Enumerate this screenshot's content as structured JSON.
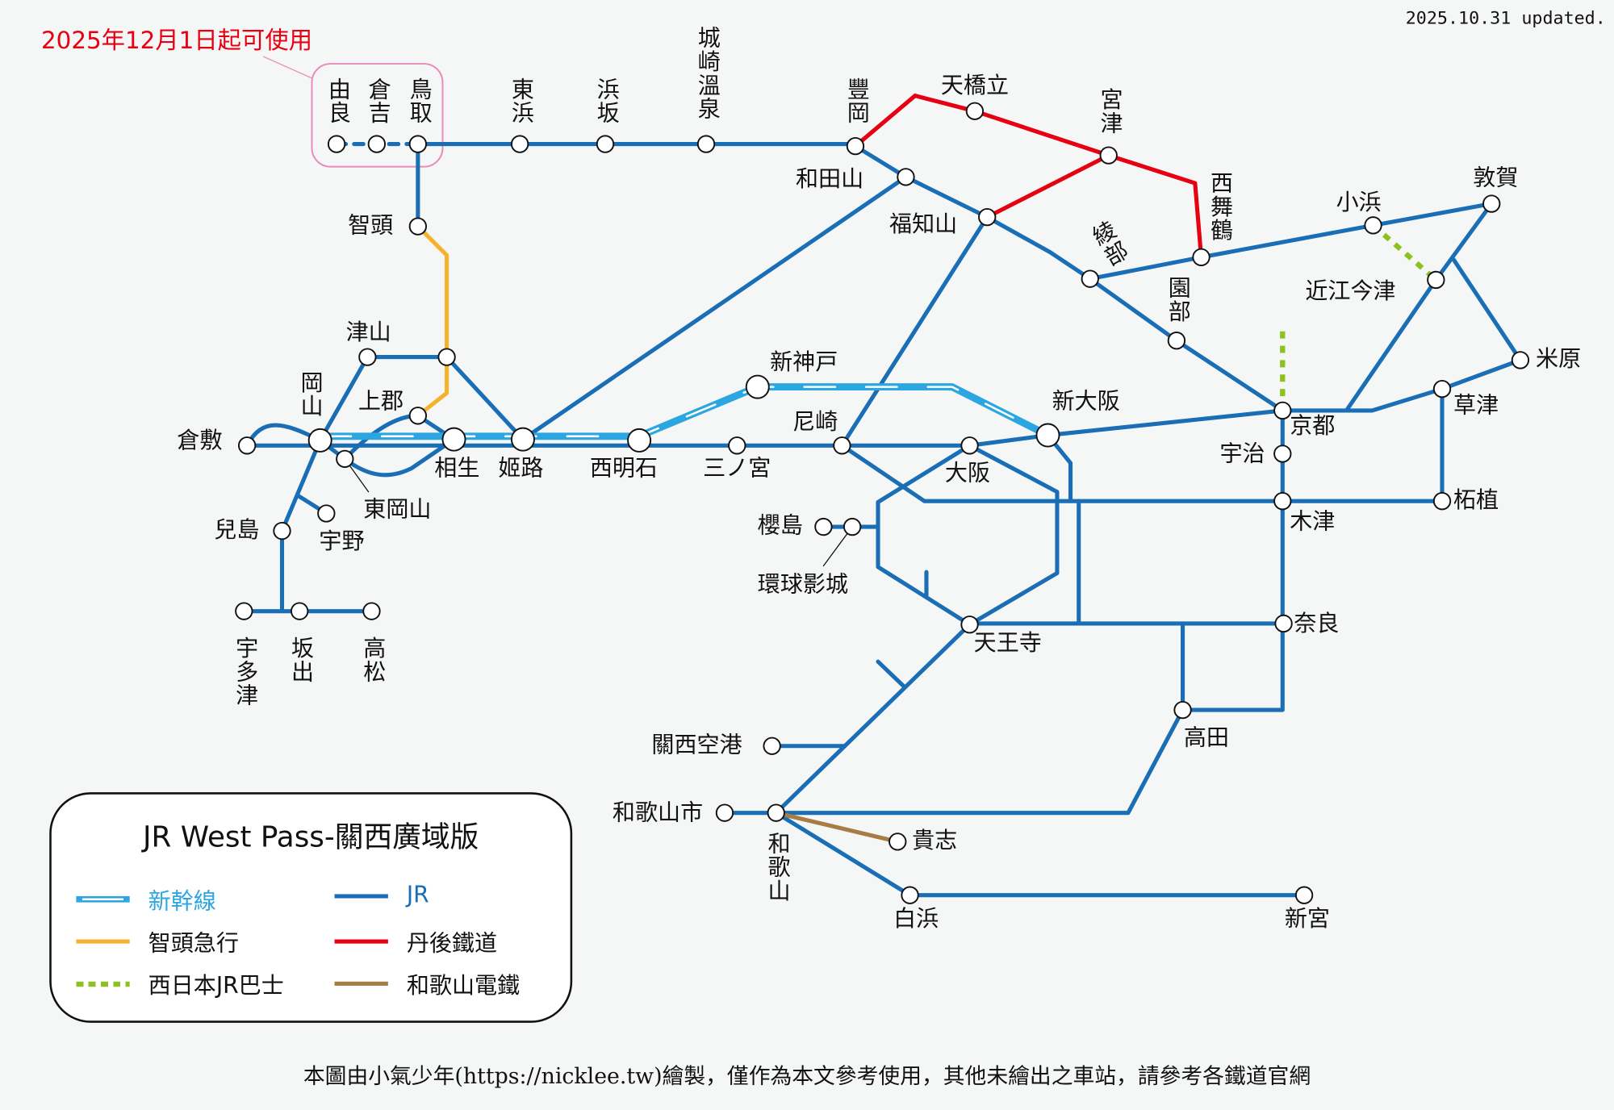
{
  "header": {
    "notice": "2025年12月1日起可使用",
    "updated": "2025.10.31 updated."
  },
  "footer": "本圖由小氣少年(https://nicklee.tw)繪製，僅作為本文參考使用，其他未繪出之車站，請參考各鐵道官網",
  "colors": {
    "jr": "#1a6eb6",
    "shinkansen": "#2ba6e1",
    "chizu": "#f5b22c",
    "tango": "#e60012",
    "bus": "#8cc220",
    "wakayama": "#a87c45",
    "background": "#f5f7f6"
  },
  "legend": {
    "title": "JR West Pass-關西廣域版",
    "items": [
      {
        "label": "新幹線"
      },
      {
        "label": "JR"
      },
      {
        "label": "智頭急行"
      },
      {
        "label": "丹後鐵道"
      },
      {
        "label": "西日本JR巴士"
      },
      {
        "label": "和歌山電鐵"
      }
    ]
  },
  "stations": {
    "yura": "由良",
    "kurayoshi": "倉吉",
    "tottori": "鳥取",
    "higashihama": "東浜",
    "hamasaka": "浜坂",
    "kinosaki": "城崎溫泉",
    "toyooka": "豐岡",
    "amanohashidate": "天橋立",
    "miyazu": "宮津",
    "nishimaizuru": "西舞鶴",
    "ayabe": "綾部",
    "obama": "小浜",
    "tsuruga": "敦賀",
    "omiimazu": "近江今津",
    "sonobe": "園部",
    "maibara": "米原",
    "kyoto": "京都",
    "kusatsu": "草津",
    "uji": "宇治",
    "kizu": "木津",
    "tsuge": "柘植",
    "nara": "奈良",
    "shinosaka": "新大阪",
    "amagasaki": "尼崎",
    "osaka": "大阪",
    "sannomiya": "三ノ宮",
    "nishiakashi": "西明石",
    "shinkobe": "新神戸",
    "himeji": "姬路",
    "aioi": "相生",
    "kamigori": "上郡",
    "okayama": "岡山",
    "kurashiki": "倉敷",
    "higashiokayama": "東岡山",
    "tsuyama": "津山",
    "wadayama": "和田山",
    "fukuchiyama": "福知山",
    "chizu": "智頭",
    "uno": "宇野",
    "kojima": "兒島",
    "utazu": "宇多津",
    "sakaide": "坂出",
    "takamatsu": "高松",
    "sakurajima": "櫻島",
    "usj": "環球影城",
    "tennoji": "天王寺",
    "takada": "高田",
    "kix": "關西空港",
    "wakayamashi": "和歌山市",
    "wakayama": "和歌山",
    "kishi": "貴志",
    "shirahama": "白浜",
    "shingu": "新宮"
  }
}
